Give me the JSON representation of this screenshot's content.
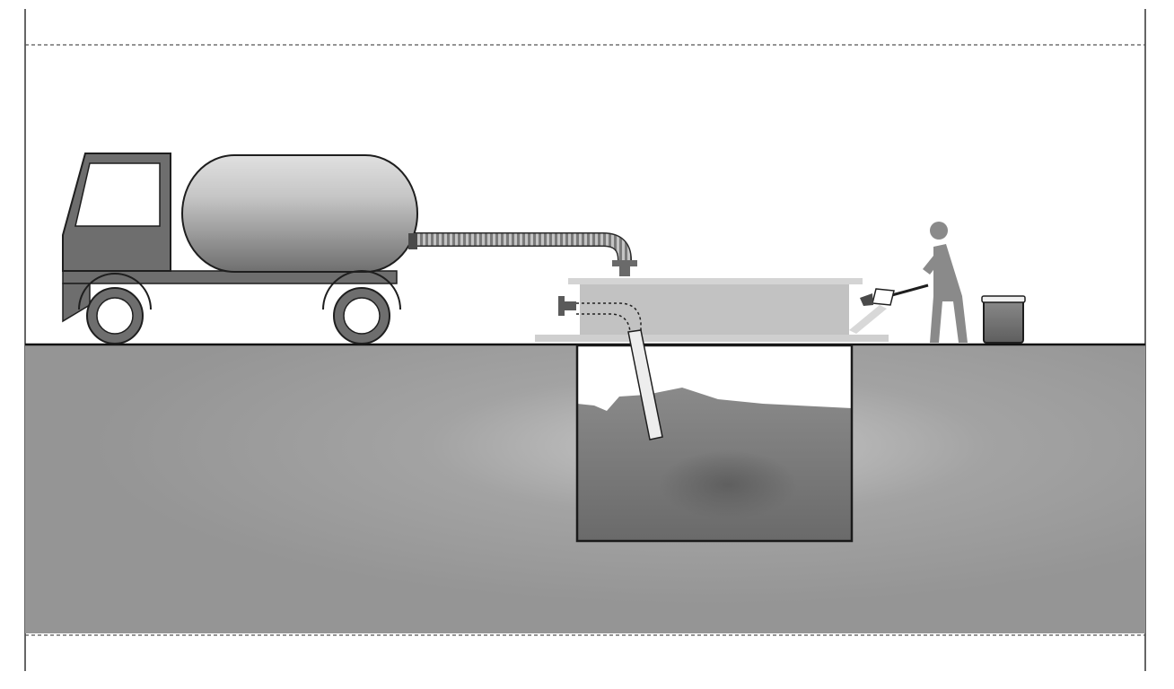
{
  "diagram": {
    "kind": "septic-tank-pumping-illustration",
    "style": "grayscale",
    "labels": [],
    "elements": [
      "vacuum-truck",
      "suction-hose",
      "underground-tank",
      "worker-with-scoop",
      "bucket"
    ],
    "colors": {
      "ground": "#9a9a9a",
      "ground_light": "#bdbdbd",
      "tank_contents": "#767676",
      "truck_body": "#6e6e6e",
      "outline": "#1e1e1e",
      "slab": "#c8c8c8",
      "bucket": "#777777"
    }
  }
}
